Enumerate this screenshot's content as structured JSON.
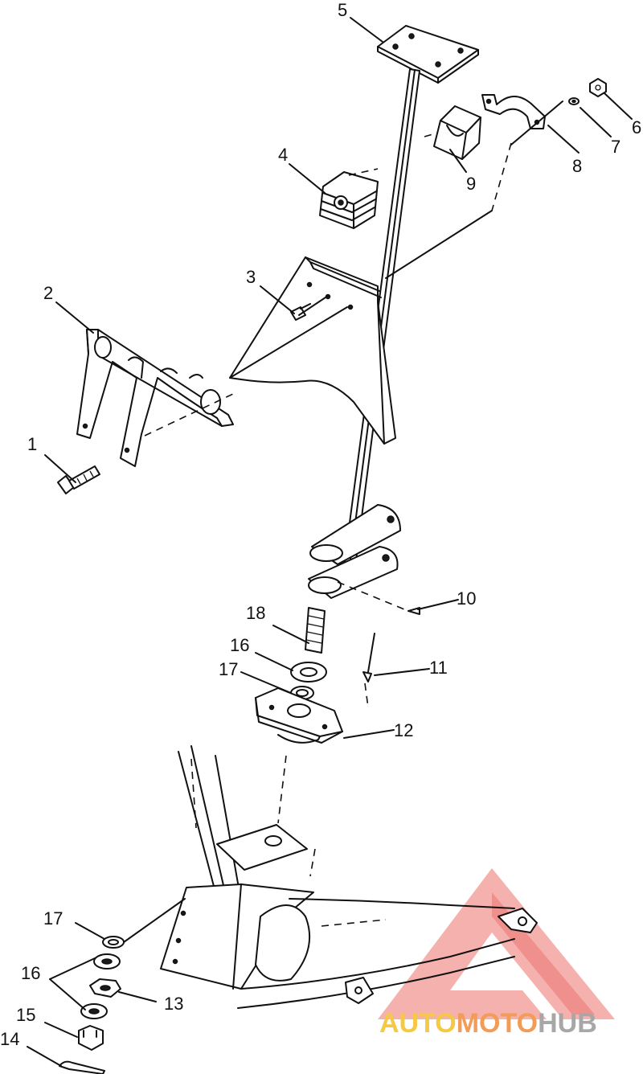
{
  "diagram": {
    "callouts": [
      {
        "id": "callout-1",
        "text": "1"
      },
      {
        "id": "callout-2",
        "text": "2"
      },
      {
        "id": "callout-3",
        "text": "3"
      },
      {
        "id": "callout-4",
        "text": "4"
      },
      {
        "id": "callout-5",
        "text": "5"
      },
      {
        "id": "callout-6",
        "text": "6"
      },
      {
        "id": "callout-7",
        "text": "7"
      },
      {
        "id": "callout-8",
        "text": "8"
      },
      {
        "id": "callout-9",
        "text": "9"
      },
      {
        "id": "callout-10",
        "text": "10"
      },
      {
        "id": "callout-11",
        "text": "11"
      },
      {
        "id": "callout-12",
        "text": "12"
      },
      {
        "id": "callout-18",
        "text": "18"
      },
      {
        "id": "callout-16a",
        "text": "16"
      },
      {
        "id": "callout-17a",
        "text": "17"
      },
      {
        "id": "callout-17b",
        "text": "17"
      },
      {
        "id": "callout-16b",
        "text": "16"
      },
      {
        "id": "callout-13",
        "text": "13"
      },
      {
        "id": "callout-15",
        "text": "15"
      },
      {
        "id": "callout-14",
        "text": "14"
      }
    ]
  },
  "watermark": {
    "brand_part1": "AUTO",
    "brand_part2": "MOTO",
    "brand_part3": "HUB",
    "colors": {
      "triangle": "#e8413a",
      "auto": "#f2b705",
      "moto": "#f07c1f",
      "hub": "#7f7f7f"
    }
  }
}
